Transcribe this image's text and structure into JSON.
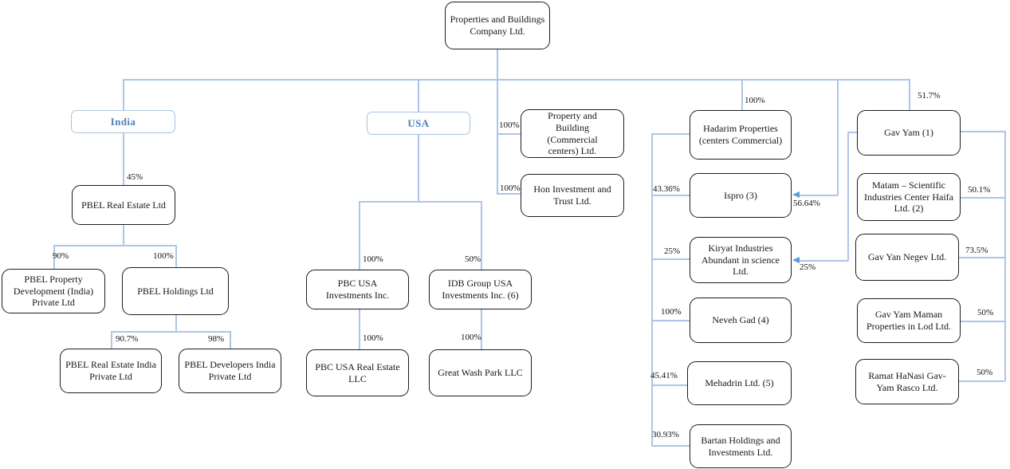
{
  "colors": {
    "connector": "#adc5e7",
    "arrow": "#5b9bd5",
    "region_text": "#4f81bd",
    "region_border": "#a9c4e2",
    "node_border": "#1c1c1c"
  },
  "nodes": {
    "root": {
      "label": "Properties and Buildings Company Ltd."
    },
    "india": {
      "label": "India"
    },
    "usa": {
      "label": "USA"
    },
    "pbel_real_estate": {
      "label": "PBEL Real Estate Ltd"
    },
    "pbel_property_dev": {
      "label": "PBEL Property Development (India) Private Ltd"
    },
    "pbel_holdings": {
      "label": "PBEL Holdings Ltd"
    },
    "pbel_real_estate_india": {
      "label": "PBEL Real Estate India Private Ltd"
    },
    "pbel_developers_india": {
      "label": "PBEL Developers India Private Ltd"
    },
    "pbc_usa_investments": {
      "label": "PBC USA Investments Inc."
    },
    "idb_group_usa": {
      "label": "IDB Group USA Investments Inc. (6)"
    },
    "pbc_usa_real_estate": {
      "label": "PBC USA Real Estate LLC"
    },
    "great_wash_park": {
      "label": "Great Wash Park LLC"
    },
    "property_building_commercial": {
      "label": "Property and Building (Commercial centers) Ltd."
    },
    "hon_investment": {
      "label": "Hon Investment and Trust Ltd."
    },
    "hadarim": {
      "label": "Hadarim Properties (centers Commercial)"
    },
    "ispro": {
      "label": "Ispro (3)"
    },
    "kiryat": {
      "label": "Kiryat Industries Abundant in science Ltd."
    },
    "neveh_gad": {
      "label": "Neveh Gad (4)"
    },
    "mehadrin": {
      "label": "Mehadrin Ltd. (5)"
    },
    "bartan": {
      "label": "Bartan Holdings and Investments Ltd."
    },
    "gav_yam": {
      "label": "Gav Yam (1)"
    },
    "matam": {
      "label": "Matam – Scientific Industries Center Haifa Ltd. (2)"
    },
    "gav_yan_negev": {
      "label": "Gav Yan Negev Ltd."
    },
    "gav_yam_maman": {
      "label": "Gav Yam Maman Properties in Lod Ltd."
    },
    "ramat_hanasi": {
      "label": "Ramat HaNasi Gav-Yam Rasco Ltd."
    }
  },
  "ownership": {
    "india_to_pbel_real_estate": "45%",
    "pbel_re_to_property_dev": "90%",
    "pbel_re_to_holdings": "100%",
    "holdings_to_real_estate_india": "90.7%",
    "holdings_to_developers_india": "98%",
    "usa_to_pbc_investments": "100%",
    "usa_to_idb_group": "50%",
    "pbc_investments_to_real_estate": "100%",
    "idb_to_great_wash": "100%",
    "root_to_property_building": "100%",
    "root_to_hon": "100%",
    "root_to_hadarim": "100%",
    "hadarim_to_ispro": "43.36%",
    "root_to_ispro": "56.64%",
    "hadarim_to_kiryat": "25%",
    "gav_yam_to_kiryat": "25%",
    "hadarim_to_neveh_gad": "100%",
    "hadarim_to_mehadrin": "45.41%",
    "hadarim_to_bartan": "30.93%",
    "root_to_gav_yam": "51.7%",
    "gav_yam_to_matam": "50.1%",
    "gav_yam_to_negev": "73.5%",
    "gav_yam_to_maman": "50%",
    "gav_yam_to_ramat": "50%"
  }
}
